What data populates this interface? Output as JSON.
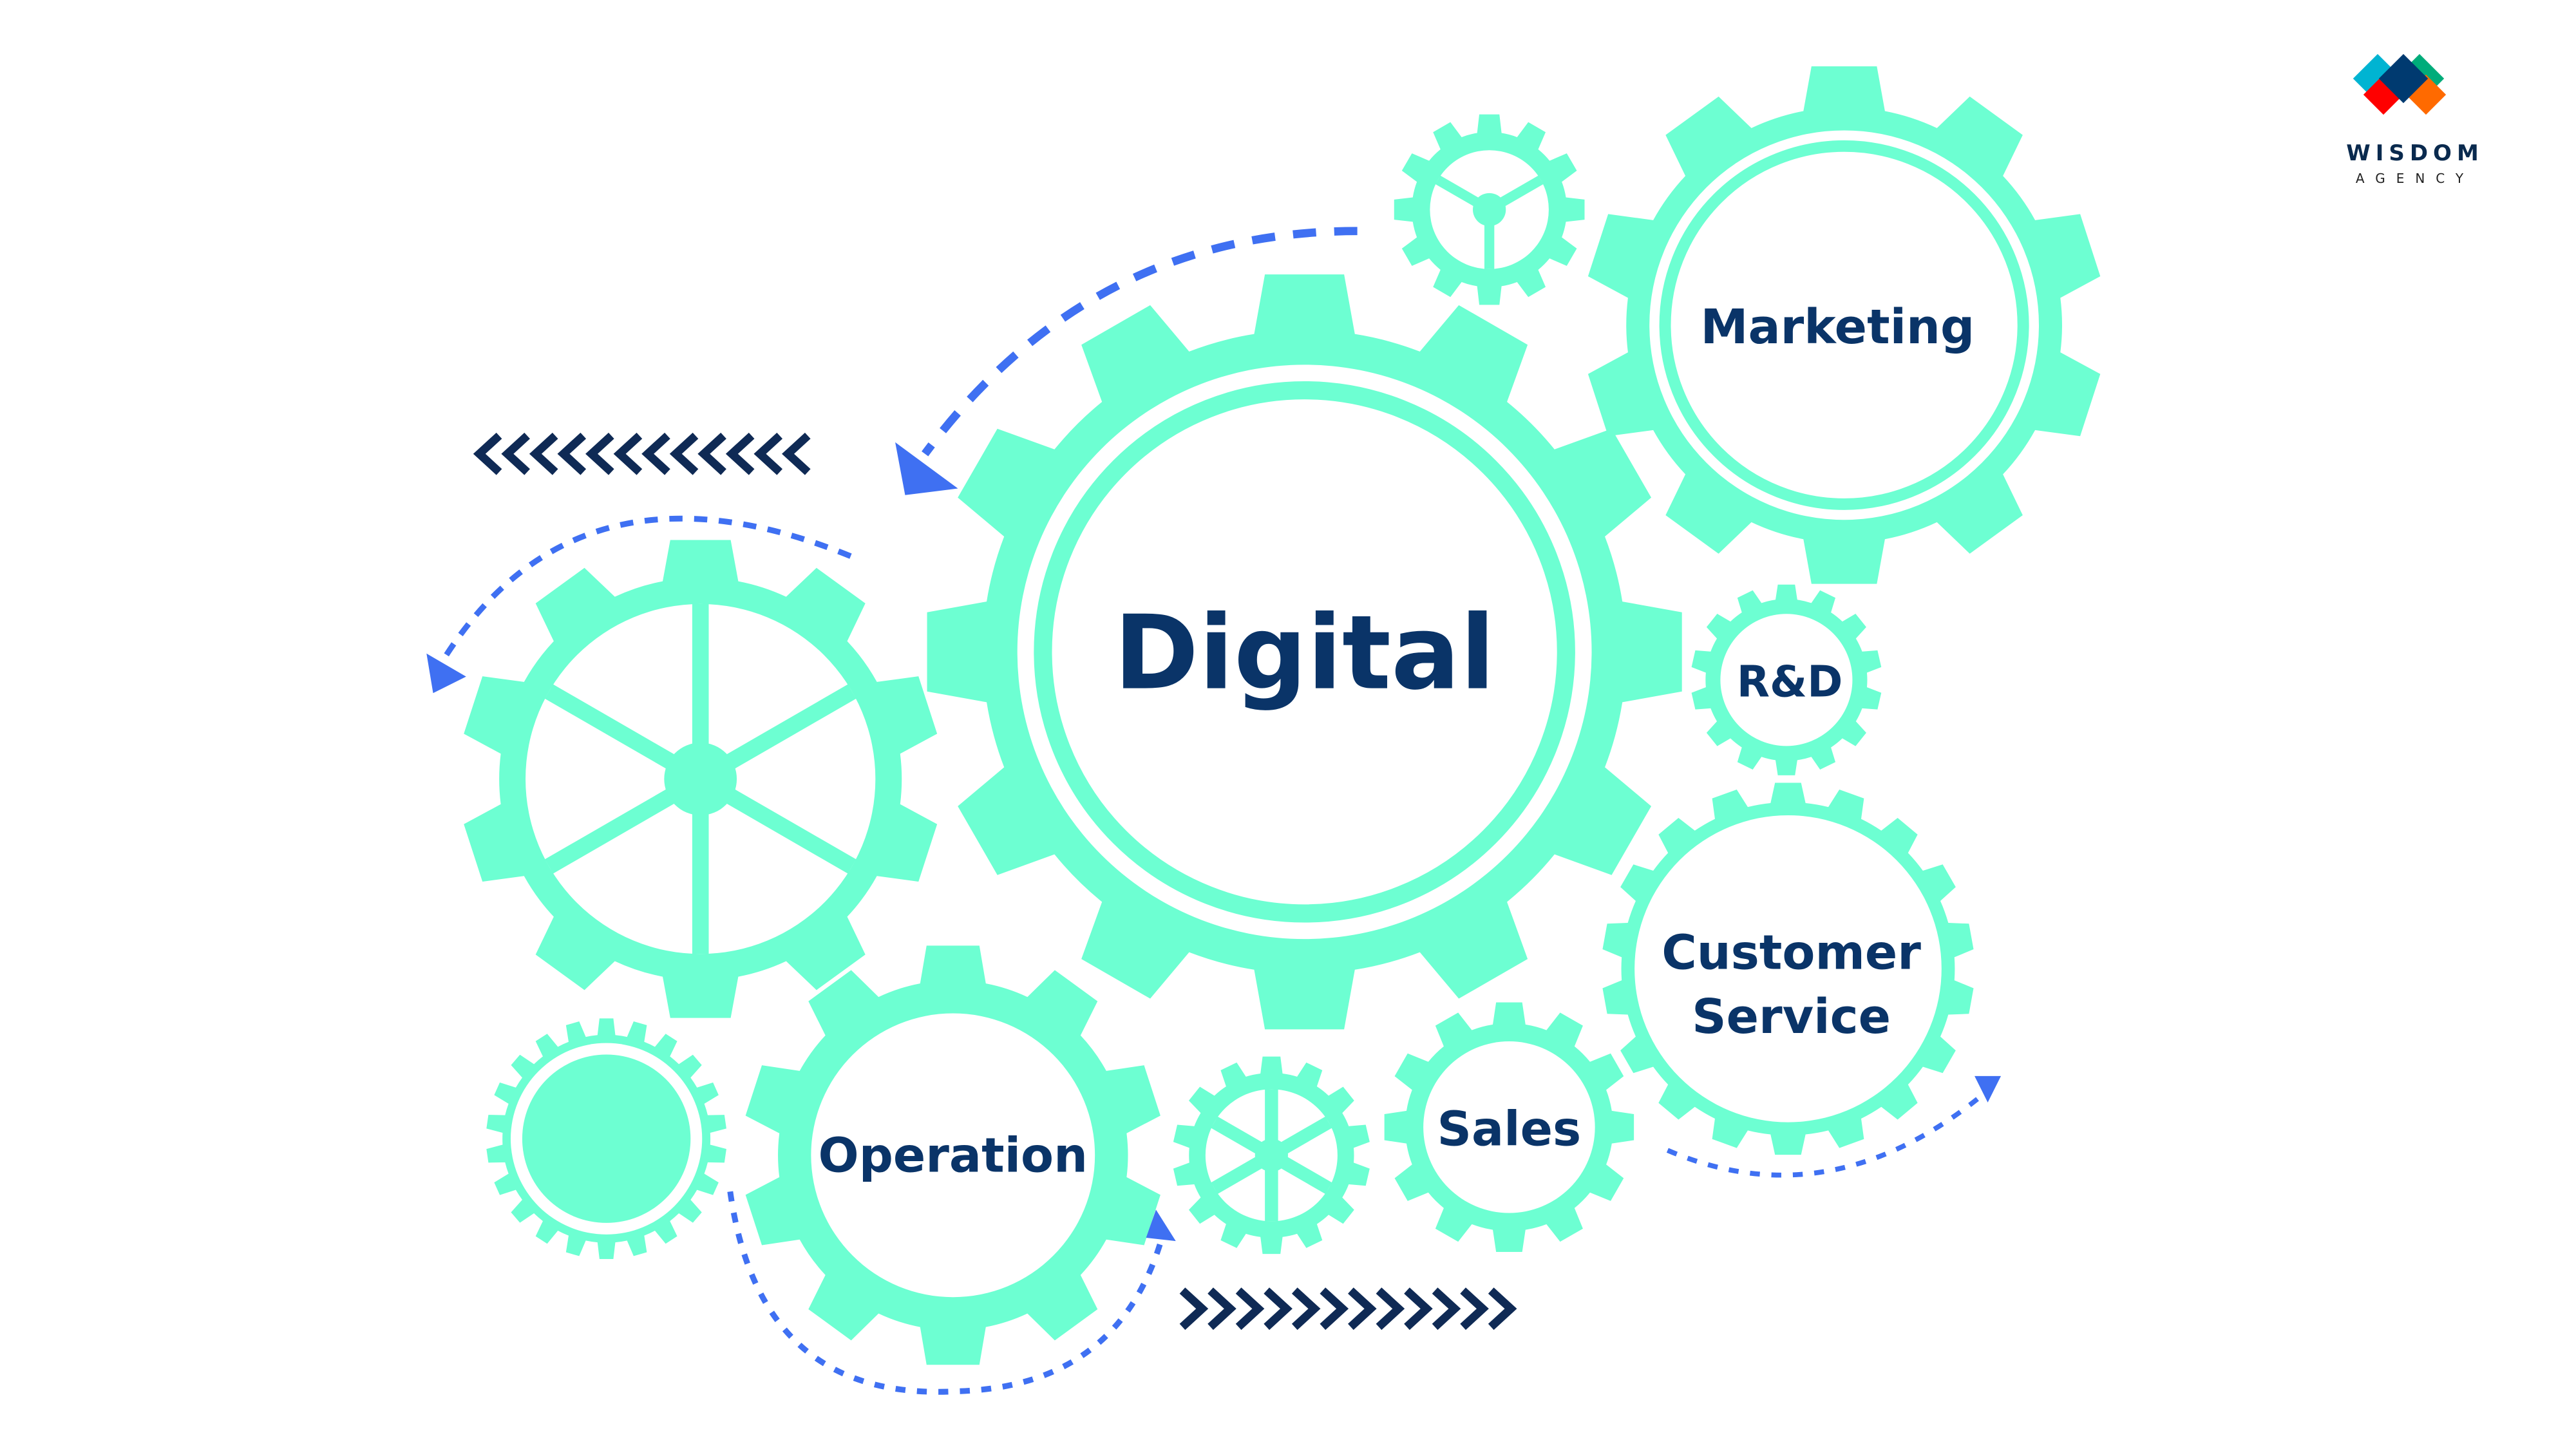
{
  "diagram": {
    "center": "Digital",
    "gears": {
      "marketing": "Marketing",
      "rnd": "R&D",
      "customer_service_line1": "Customer",
      "customer_service_line2": "Service",
      "sales": "Sales",
      "operation": "Operation"
    }
  },
  "logo": {
    "name": "WISDOM",
    "sub": "AGENCY",
    "colors": [
      "#00b4d2",
      "#003a70",
      "#00ac7a",
      "#ff0000",
      "#ff6a00"
    ]
  },
  "colors": {
    "gear": "#6dffd2",
    "text": "#0a3468",
    "arrow": "#3f70f2",
    "chevron": "#0f2a55"
  }
}
